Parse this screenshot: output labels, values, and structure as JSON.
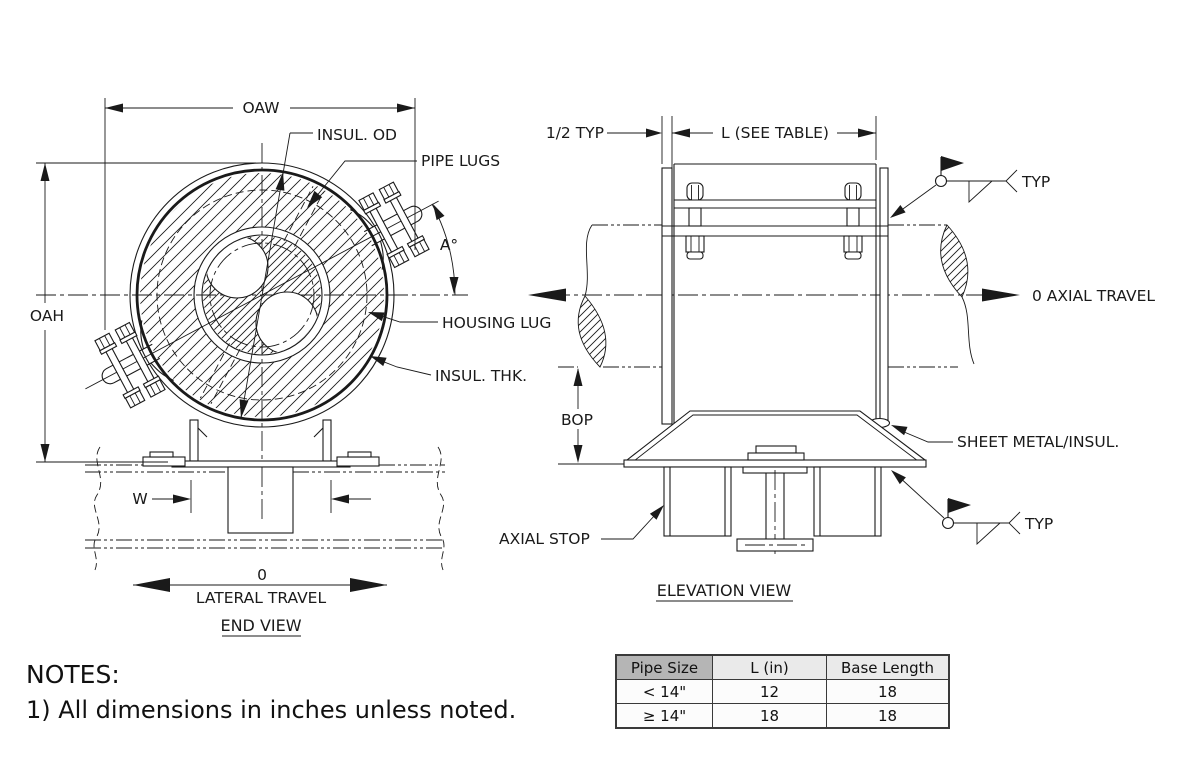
{
  "colors": {
    "line": "#1a1a1a",
    "background": "#ffffff",
    "table_header_primary_bg": "#b5b5b5",
    "table_header_bg": "#eaeaea",
    "table_border": "#3a3a3a"
  },
  "end_view": {
    "oaw": "OAW",
    "oah": "OAH",
    "insul_od": "INSUL. OD",
    "pipe_lugs": "PIPE LUGS",
    "angle": "A°",
    "housing_lug": "HOUSING LUG",
    "insul_thk": "INSUL. THK.",
    "w": "W",
    "lateral_zero": "0",
    "lateral_travel": "LATERAL TRAVEL",
    "title": "END VIEW"
  },
  "elevation_view": {
    "half_typ": "1/2 TYP",
    "l_dim": "L (SEE TABLE)",
    "weld_top_typ": "TYP",
    "weld_bottom_typ": "TYP",
    "axial_travel": "0 AXIAL TRAVEL",
    "bop": "BOP",
    "sheet_metal": "SHEET METAL/INSUL.",
    "axial_stop": "AXIAL STOP",
    "title": "ELEVATION VIEW"
  },
  "notes": {
    "heading": "NOTES:",
    "items": [
      "1) All dimensions in inches unless noted."
    ]
  },
  "table": {
    "headers": [
      "Pipe Size",
      "L (in)",
      "Base Length"
    ],
    "rows": [
      [
        "< 14\"",
        "12",
        "18"
      ],
      [
        "≥ 14\"",
        "18",
        "18"
      ]
    ]
  }
}
